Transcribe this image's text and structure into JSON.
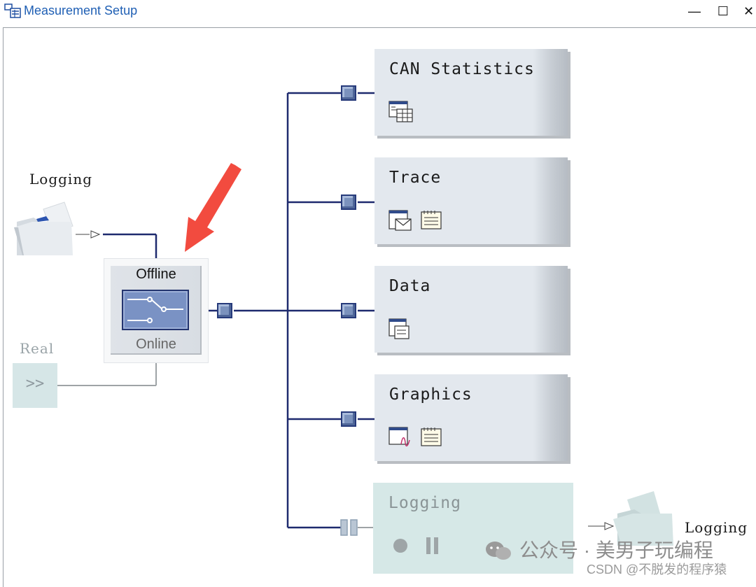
{
  "window": {
    "title": "Measurement Setup",
    "minimize_glyph": "—",
    "maximize_glyph": "☐",
    "close_glyph": "✕"
  },
  "input_side": {
    "logging_label": "Logging",
    "real_label": "Real",
    "real_button_glyph": ">>"
  },
  "switch": {
    "offline_label": "Offline",
    "online_label": "Online",
    "state": "offline"
  },
  "blocks": [
    {
      "id": "can-statistics",
      "title": "CAN Statistics",
      "icons": [
        "statistics-table-icon"
      ]
    },
    {
      "id": "trace",
      "title": "Trace",
      "icons": [
        "trace-window-icon",
        "filter-notepad-icon"
      ]
    },
    {
      "id": "data",
      "title": "Data",
      "icons": [
        "data-window-icon"
      ]
    },
    {
      "id": "graphics",
      "title": "Graphics",
      "icons": [
        "graphics-window-icon",
        "filter-notepad-icon"
      ]
    },
    {
      "id": "logging",
      "title": "Logging",
      "icons": [
        "record-icon",
        "pause-icon"
      ],
      "disabled": true
    }
  ],
  "output_side": {
    "logging_label": "Logging"
  },
  "watermark": {
    "line1": "公众号 · 美男子玩编程",
    "line2": "CSDN @不脱发的程序猿"
  },
  "colors": {
    "wire": "#1e2a6e",
    "port_fill": "#7b92bd",
    "block_bg": "#e3e8ee",
    "disabled_bg": "#d6e8e7",
    "title_blue": "#1f5fb4",
    "arrow_red": "#f24b3f"
  }
}
